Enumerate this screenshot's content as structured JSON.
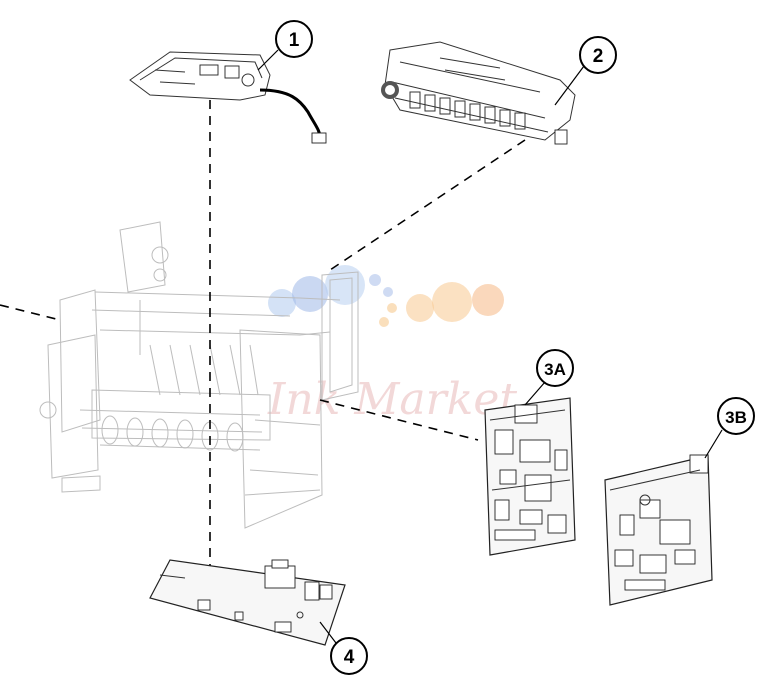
{
  "callouts": {
    "c1": "1",
    "c2": "2",
    "c3a": "3A",
    "c3b": "3B",
    "c4": "4"
  },
  "watermark": {
    "text": "Ink Market",
    "dot_colors": [
      "#9fb8e8",
      "#f7c98f",
      "#f4a86a",
      "#b8cff0"
    ]
  },
  "colors": {
    "line": "#000000",
    "frame": "#bdbdbd",
    "part": "#333333"
  }
}
